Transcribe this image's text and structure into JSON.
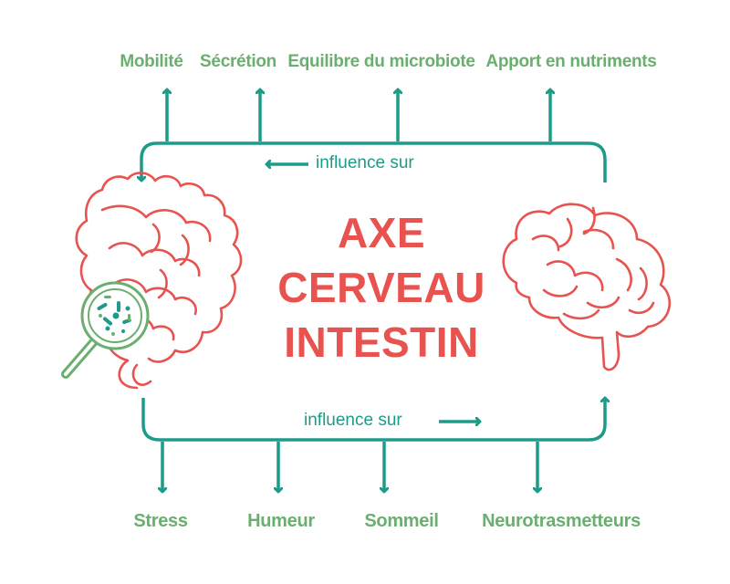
{
  "title": {
    "lines": [
      "AXE",
      "CERVEAU",
      "INTESTIN"
    ]
  },
  "top_effects": [
    "Mobilité",
    "Sécrétion",
    "Equilibre du microbiote",
    "Apport en nutriments"
  ],
  "bottom_effects": [
    "Stress",
    "Humeur",
    "Sommeil",
    "Neurotrasmetteurs"
  ],
  "flows": {
    "top": {
      "label": "influence sur",
      "direction": "brain-to-gut"
    },
    "bottom": {
      "label": "influence sur",
      "direction": "gut-to-brain"
    }
  },
  "colors": {
    "title": "#e8524f",
    "organ_outline": "#e8524f",
    "arrows": "#1e9b88",
    "effect_labels": "#6aaf6f",
    "magnifier": "#6aaf6f"
  },
  "icons": [
    "intestine-icon",
    "magnifier-bacteria-icon",
    "brain-icon"
  ]
}
